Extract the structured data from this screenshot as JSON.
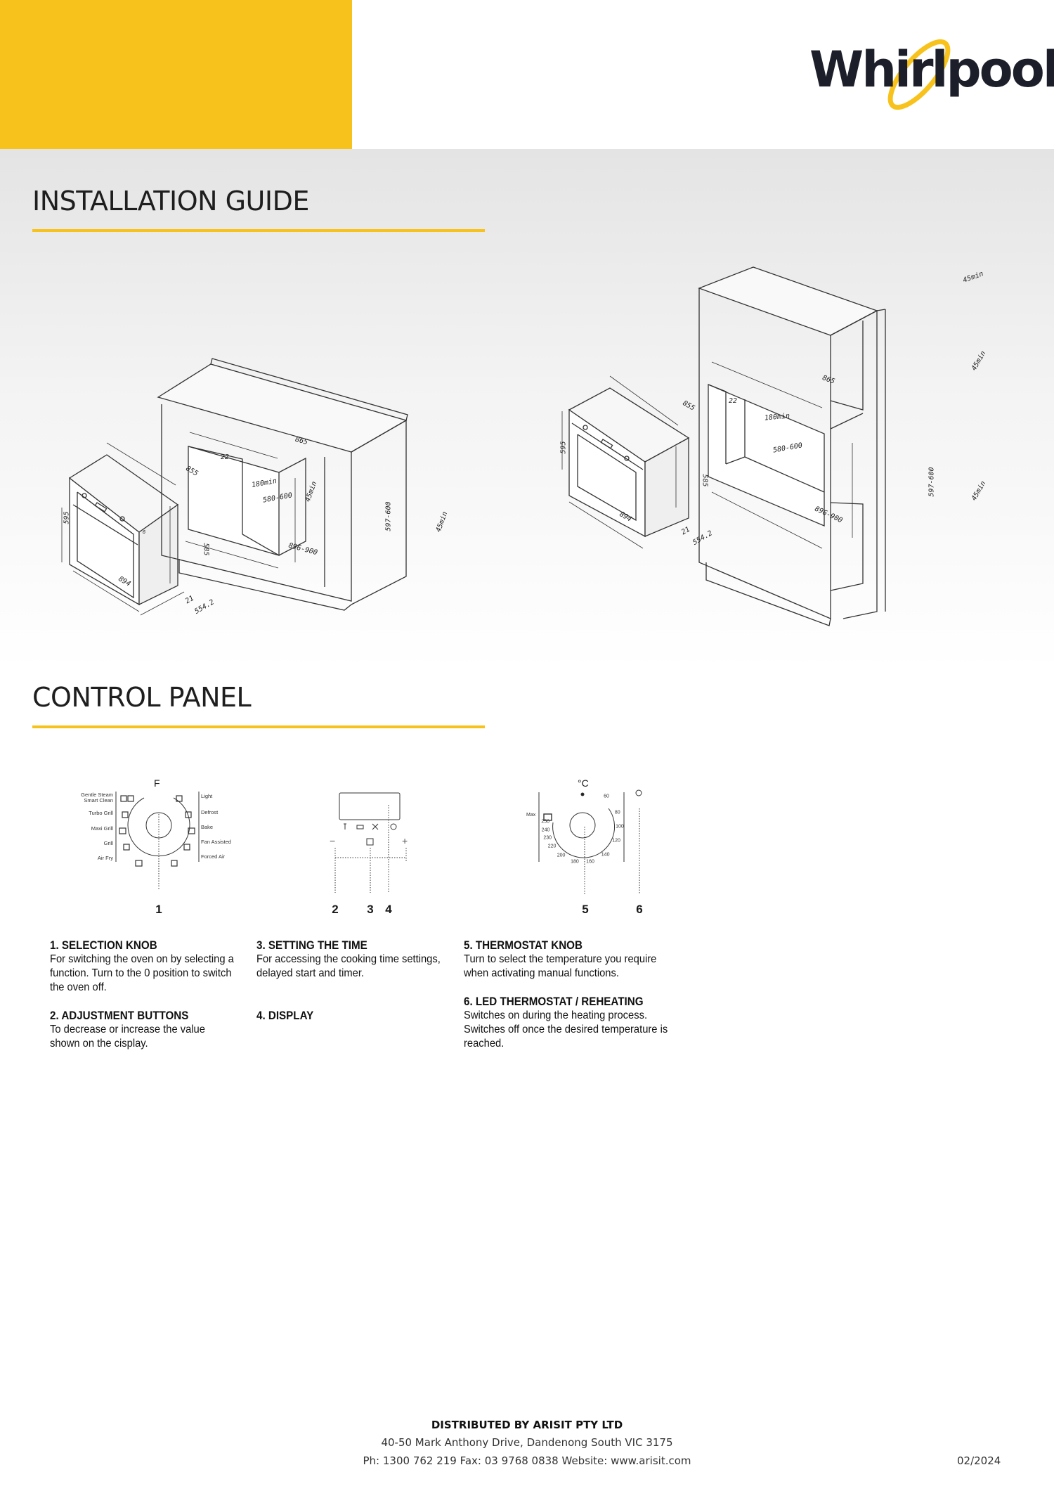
{
  "header": {
    "brand": "Whirlpool",
    "accent_color": "#F8C21C"
  },
  "installation": {
    "title": "INSTALLATION GUIDE",
    "left_oven": {
      "depth": "855",
      "height": "595",
      "inner_height": "585",
      "width": "894",
      "door": "21",
      "body_depth": "554.2",
      "gap": "6"
    },
    "undercounter": {
      "side": "22",
      "width": "865",
      "vent": "180min",
      "depth": "580-600",
      "gap_top": "45min",
      "height": "597-600",
      "opening": "896-900",
      "gap_bottom": "45min"
    },
    "right_oven": {
      "depth": "855",
      "height": "595",
      "inner_height": "585",
      "width": "894",
      "door": "21",
      "body_depth": "554.2"
    },
    "tall_cabinet": {
      "gap_top": "45min",
      "width": "865",
      "side": "22",
      "vent": "180min",
      "depth": "580-600",
      "height": "597-600",
      "opening": "896-900",
      "gap_upper": "45min",
      "gap_lower": "45min"
    }
  },
  "control_panel": {
    "title": "CONTROL PANEL",
    "selection_knob": {
      "top_mark": "F",
      "left_functions": [
        "Gentle Steam",
        "Smart Clean",
        "Turbo Grill",
        "Maxi Grill",
        "Grill",
        "Air Fry"
      ],
      "right_functions": [
        "Light",
        "Defrost",
        "Bake",
        "Fan Assisted",
        "Forced Air"
      ]
    },
    "display_buttons": {
      "minus": "−",
      "plus": "+"
    },
    "thermostat": {
      "unit": "°C",
      "max_label": "Max",
      "temps": [
        "60",
        "80",
        "100",
        "120",
        "140",
        "160",
        "180",
        "200",
        "220",
        "230",
        "240",
        "250"
      ]
    },
    "numbers": [
      "1",
      "2",
      "3",
      "4",
      "5",
      "6"
    ],
    "items": [
      {
        "title": "1. SELECTION KNOB",
        "text": "For switching the oven on by selecting a function. Turn to the  0 position to switch the oven off."
      },
      {
        "title": "2. ADJUSTMENT BUTTONS",
        "text": "To decrease or increase the value shown on the cisplay."
      },
      {
        "title": "3. SETTING THE TIME",
        "text": "For accessing the cooking time settings, delayed start and timer."
      },
      {
        "title": "4. DISPLAY",
        "text": ""
      },
      {
        "title": "5. THERMOSTAT KNOB",
        "text": "Turn to select the temperature you require when activating manual functions."
      },
      {
        "title": "6. LED THERMOSTAT / REHEATING",
        "text": "Switches on during the heating process. Switches off once the desired temperature is reached."
      }
    ]
  },
  "footer": {
    "distributor": "DISTRIBUTED BY ARISIT PTY LTD",
    "address": "40-50 Mark Anthony Drive, Dandenong South VIC 3175",
    "contact": "Ph: 1300 762 219 Fax: 03 9768 0838 Website: www.arisit.com",
    "date": "02/2024"
  }
}
